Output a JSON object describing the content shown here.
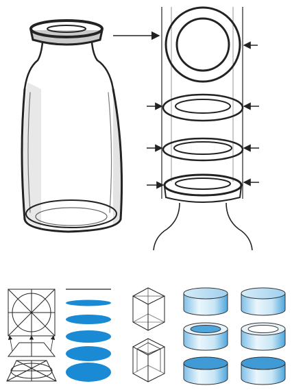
{
  "figure": {
    "background": "#ffffff",
    "ink_color": "#222222",
    "accent_color": "#1a8ad4",
    "cylinder_light": "#e8f4fb",
    "cylinder_dark": "#5aaee0",
    "sketch_shadow": "#cfcfcf",
    "arrow_count_rings": 8,
    "ellipse_count": 5,
    "cylinder_count": 6,
    "text_labels": []
  }
}
